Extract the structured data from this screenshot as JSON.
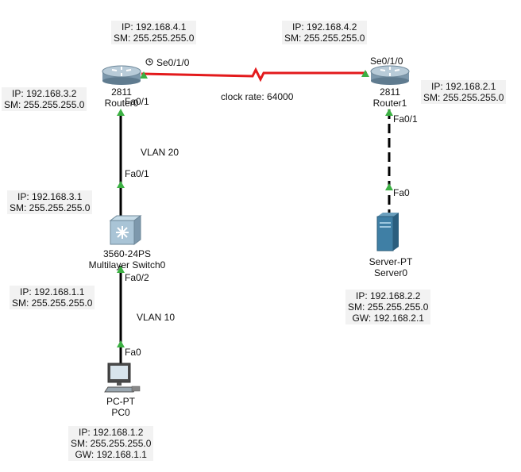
{
  "links": {
    "serial": {
      "left_port": "Se0/1/0",
      "right_port": "Se0/1/0",
      "clock_rate": "clock rate: 64000"
    },
    "router0_switch": {
      "top_port": "Fa0/1",
      "bottom_port": "Fa0/1",
      "vlan": "VLAN 20"
    },
    "switch_pc": {
      "top_port": "Fa0/2",
      "bottom_port": "Fa0",
      "vlan": "VLAN 10"
    },
    "router1_server": {
      "top_port": "Fa0/1",
      "bottom_port": "Fa0"
    }
  },
  "devices": {
    "router0": {
      "model": "2811",
      "name": "Router0"
    },
    "router1": {
      "model": "2811",
      "name": "Router1"
    },
    "switch0": {
      "model": "3560-24PS",
      "name": "Multilayer Switch0"
    },
    "pc0": {
      "model": "PC-PT",
      "name": "PC0"
    },
    "server0": {
      "model": "Server-PT",
      "name": "Server0"
    }
  },
  "ip_labels": {
    "router0_serial": {
      "ip": "IP: 192.168.4.1",
      "sm": "SM: 255.255.255.0"
    },
    "router1_serial": {
      "ip": "IP: 192.168.4.2",
      "sm": "SM: 255.255.255.0"
    },
    "router0_fa": {
      "ip": "IP: 192.168.3.2",
      "sm": "SM: 255.255.255.0"
    },
    "router1_fa": {
      "ip": "IP: 192.168.2.1",
      "sm": "SM: 255.255.255.0"
    },
    "switch_vlan20": {
      "ip": "IP: 192.168.3.1",
      "sm": "SM: 255.255.255.0"
    },
    "switch_vlan10": {
      "ip": "IP: 192.168.1.1",
      "sm": "SM: 255.255.255.0"
    },
    "pc0": {
      "ip": "IP: 192.168.1.2",
      "sm": "SM: 255.255.255.0",
      "gw": "GW: 192.168.1.1"
    },
    "server0": {
      "ip": "IP: 192.168.2.2",
      "sm": "SM: 255.255.255.0",
      "gw": "GW: 192.168.2.1"
    }
  },
  "colors": {
    "serial_link": "#e31a1c",
    "ethernet_link": "#000000",
    "port_up": "#3cb043"
  }
}
